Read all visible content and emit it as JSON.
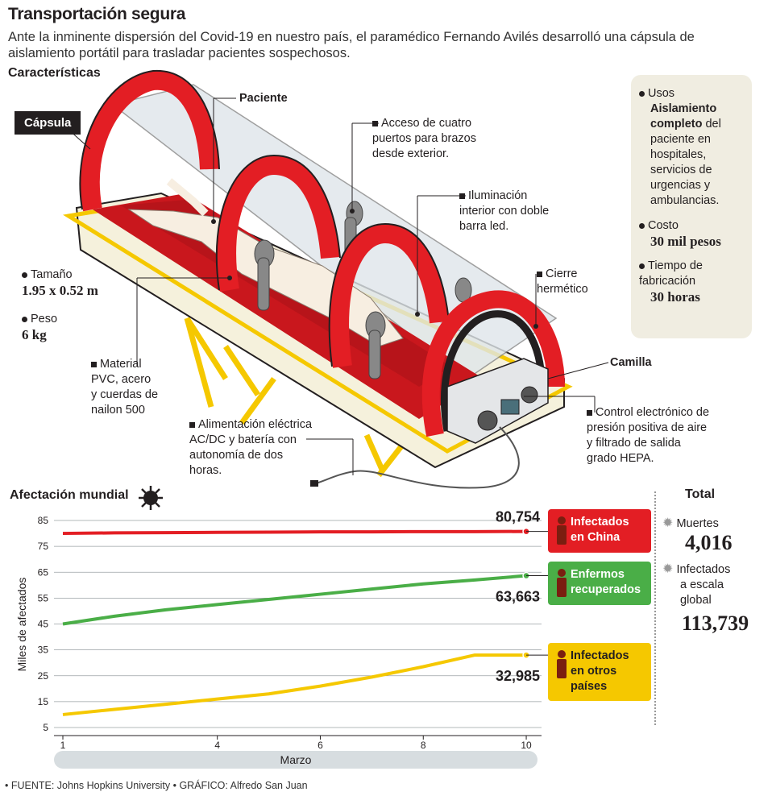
{
  "header": {
    "title": "Transportación segura",
    "subtitle": "Ante la inminente dispersión del Covid-19 en nuestro país, el paramédico Fernando Avilés desarrolló una cápsula de aislamiento portátil para trasladar pacientes sospechosos."
  },
  "caracteristicas": {
    "heading": "Características",
    "capsula": "Cápsula",
    "paciente": "Paciente",
    "acceso": [
      "Acceso de cuatro",
      "puertos para brazos",
      "desde exterior."
    ],
    "iluminacion": [
      "Iluminación",
      "interior con doble",
      "barra led."
    ],
    "cierre": [
      "Cierre",
      "hermético"
    ],
    "camilla": "Camilla",
    "control": [
      "Control electrónico de",
      "presión positiva de aire",
      "y filtrado de salida",
      "grado HEPA."
    ],
    "alimentacion": [
      "Alimentación eléctrica",
      "AC/DC y batería con",
      "autonomía de dos",
      "horas."
    ],
    "material": [
      "Material",
      "PVC, acero",
      "y cuerdas de",
      "nailon 500"
    ],
    "tamano_label": "Tamaño",
    "tamano_value": "1.95 x 0.52 m",
    "peso_label": "Peso",
    "peso_value": "6 kg"
  },
  "infobox": {
    "usos_label": "Usos",
    "usos_bold": "Aislamiento completo",
    "usos_rest": "del paciente en hospitales, servicios de urgencias y ambulancias.",
    "costo_label": "Costo",
    "costo_value": "30 mil pesos",
    "tiempo_label": "Tiempo de fabricación",
    "tiempo_value": "30 horas"
  },
  "chart_data": {
    "type": "line",
    "title": "Afectación mundial",
    "xlabel": "Marzo",
    "ylabel": "Miles de afectados",
    "xlim": [
      1,
      10.5
    ],
    "ylim": [
      5,
      85
    ],
    "x_ticks": [
      1,
      4,
      6,
      8,
      10
    ],
    "y_ticks": [
      5,
      15,
      25,
      35,
      45,
      55,
      65,
      75,
      85
    ],
    "series": [
      {
        "name": "Infectados en China",
        "color": "#e31e24",
        "x": [
          1,
          2,
          3,
          4,
          5,
          6,
          7,
          8,
          9,
          10
        ],
        "y": [
          80.0,
          80.2,
          80.3,
          80.4,
          80.5,
          80.6,
          80.6,
          80.7,
          80.7,
          80.754
        ],
        "end_label": "80,754"
      },
      {
        "name": "Enfermos recuperados",
        "color": "#4aae47",
        "x": [
          1,
          2,
          3,
          4,
          5,
          6,
          7,
          8,
          9,
          10
        ],
        "y": [
          45,
          48,
          50.5,
          52.5,
          54.5,
          56.5,
          58.5,
          60.5,
          62,
          63.663
        ],
        "end_label": "63,663"
      },
      {
        "name": "Infectados en otros países",
        "color": "#f5c800",
        "x": [
          1,
          2,
          3,
          4,
          5,
          6,
          7,
          8,
          9,
          10
        ],
        "y": [
          10,
          12,
          14,
          16,
          18,
          21,
          24.5,
          28.5,
          32.985,
          32.985
        ],
        "end_label": "32,985"
      }
    ],
    "legend": [
      {
        "line1": "Infectados",
        "line2": "en China",
        "bg": "#e31e24",
        "fg": "#ffffff"
      },
      {
        "line1": "Enfermos",
        "line2": "recuperados",
        "bg": "#4aae47",
        "fg": "#ffffff"
      },
      {
        "line1": "Infectados",
        "line2": "en otros",
        "line3": "países",
        "bg": "#f5c800",
        "fg": "#231f20"
      }
    ]
  },
  "total": {
    "heading": "Total",
    "muertes_label": "Muertes",
    "muertes_value": "4,016",
    "infectados_label": [
      "Infectados",
      "a escala",
      "global"
    ],
    "infectados_value": "113,739"
  },
  "footer": "• FUENTE: Johns Hopkins University • GRÁFICO: Alfredo San Juan"
}
